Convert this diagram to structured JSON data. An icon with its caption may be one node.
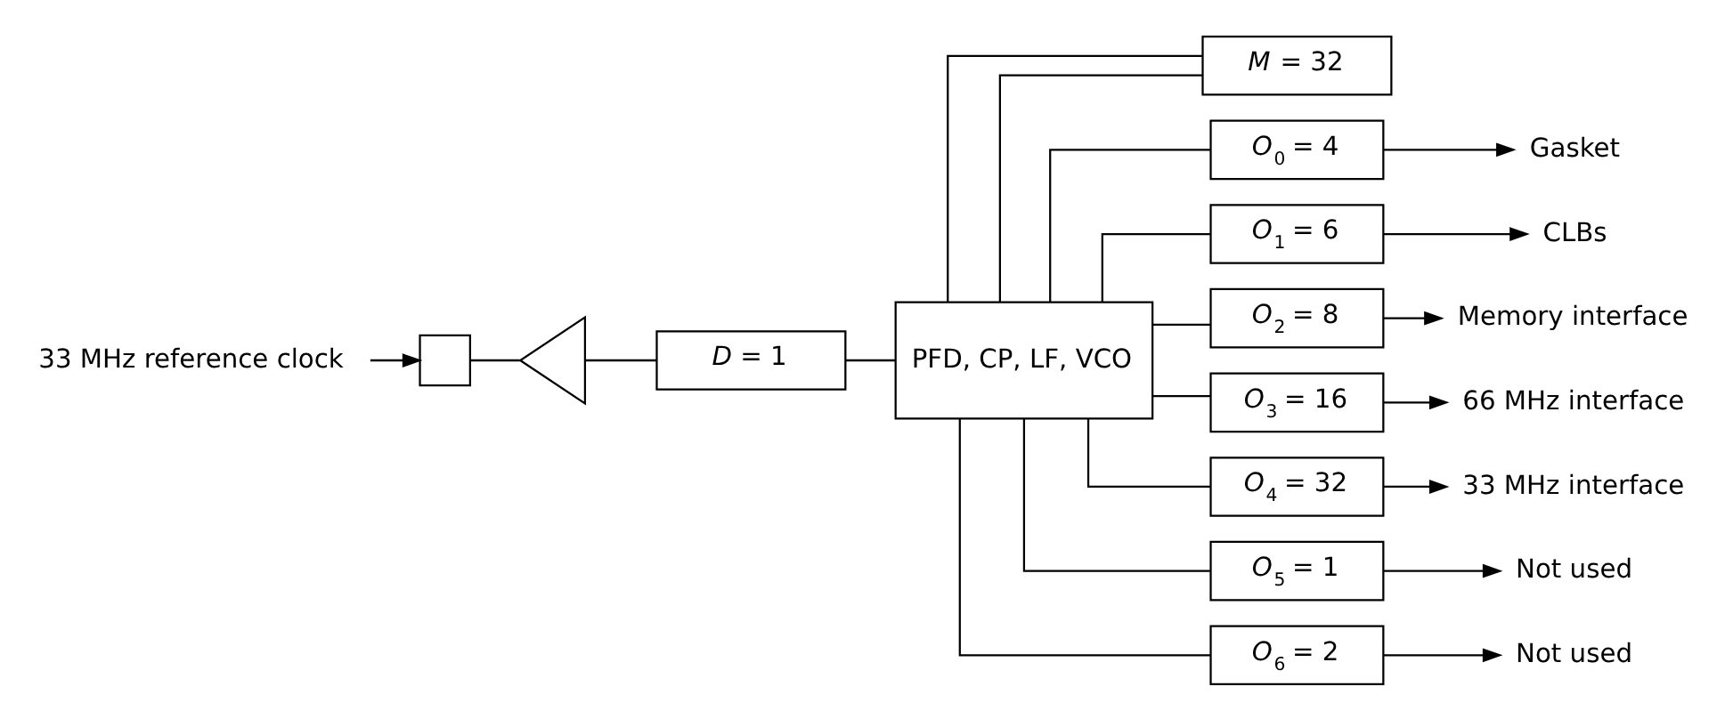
{
  "diagram": {
    "nodes": [
      {
        "text": [
          "33 MHz reference clock"
        ]
      },
      {
        "text": [],
        "shape": "box"
      },
      {
        "text": [],
        "shape": "triangle"
      },
      {
        "text": [
          "*D* = 1"
        ]
      },
      {
        "text": [
          "PFD, CP, LF, VCO"
        ]
      },
      {
        "text": [
          "*M* = 32"
        ]
      },
      {
        "text": [
          "*O*$_{0}$ = 4"
        ]
      },
      {
        "text": [
          "*O*$_{1}$ = 6"
        ]
      },
      {
        "text": [
          "*O*$_{2}$ = 8"
        ]
      },
      {
        "text": [
          "*O*$_{3}$ = 16"
        ]
      },
      {
        "text": [
          "*O*$_{4}$ = 32"
        ]
      },
      {
        "text": [
          "*O*$_{5}$ = 1"
        ]
      },
      {
        "text": [
          "*O*$_{6}$ = 2"
        ]
      },
      {
        "text": [
          "Gasket"
        ]
      },
      {
        "text": [
          "CLBs"
        ]
      },
      {
        "text": [
          "Memory interface"
        ]
      },
      {
        "text": [
          "66 MHz interface"
        ]
      },
      {
        "text": [
          "33 MHz interface"
        ]
      },
      {
        "text": [
          "Not used"
        ]
      },
      {
        "text": [
          "Not used"
        ]
      }
    ],
    "edges": [
      {
        "from": 0,
        "to": 1,
        "arrow": "to"
      },
      {
        "from": 1,
        "to": 2,
        "arrow": "none"
      },
      {
        "from": 2,
        "to": 3,
        "arrow": "none"
      },
      {
        "from": 3,
        "to": 4,
        "arrow": "none"
      },
      {
        "from": 4,
        "to": 5,
        "arrow": "none"
      },
      {
        "from": 5,
        "to": 4,
        "arrow": "none"
      },
      {
        "from": 4,
        "to": 6,
        "arrow": "none"
      },
      {
        "from": 4,
        "to": 7,
        "arrow": "none"
      },
      {
        "from": 4,
        "to": 8,
        "arrow": "none"
      },
      {
        "from": 4,
        "to": 9,
        "arrow": "none"
      },
      {
        "from": 4,
        "to": 10,
        "arrow": "none"
      },
      {
        "from": 4,
        "to": 11,
        "arrow": "none"
      },
      {
        "from": 4,
        "to": 12,
        "arrow": "none"
      },
      {
        "from": 6,
        "to": 13,
        "arrow": "to"
      },
      {
        "from": 7,
        "to": 14,
        "arrow": "to"
      },
      {
        "from": 8,
        "to": 15,
        "arrow": "to"
      },
      {
        "from": 9,
        "to": 16,
        "arrow": "to"
      },
      {
        "from": 10,
        "to": 17,
        "arrow": "to"
      },
      {
        "from": 11,
        "to": 18,
        "arrow": "to"
      },
      {
        "from": 12,
        "to": 19,
        "arrow": "to"
      }
    ]
  }
}
